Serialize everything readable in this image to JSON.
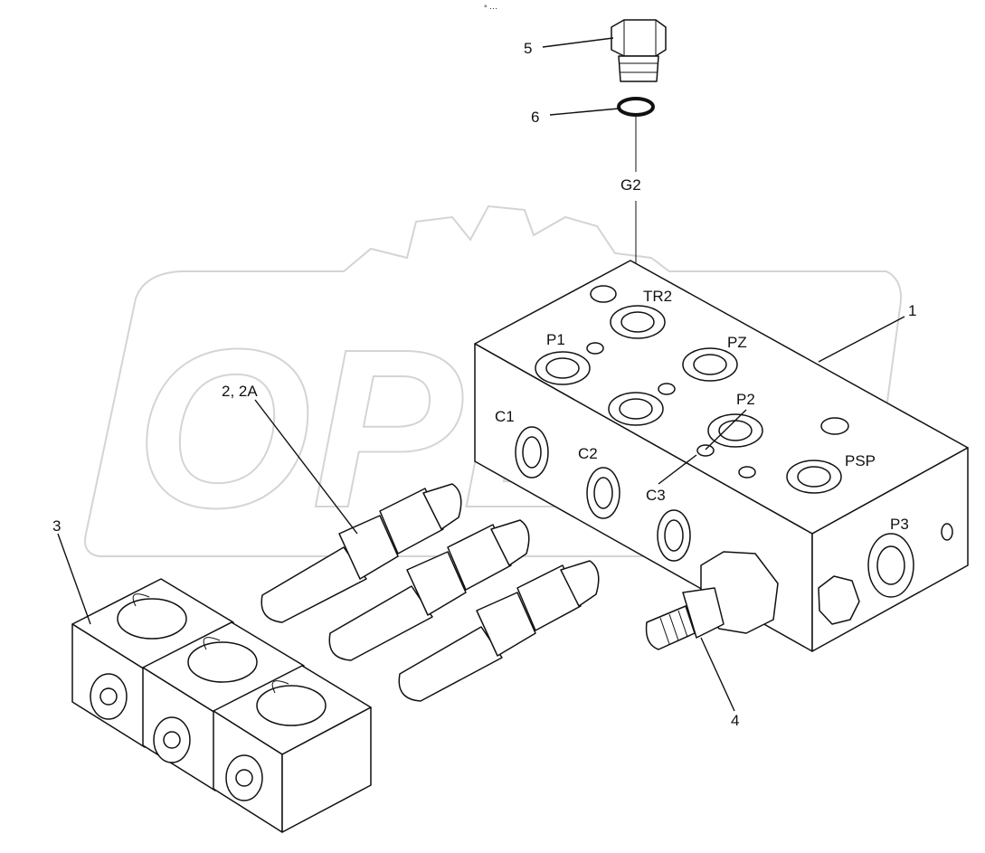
{
  "header": {
    "mark": "° ···"
  },
  "watermark": {
    "text": "OPEX"
  },
  "callouts": {
    "item_1": "1",
    "item_2": "2, 2A",
    "item_3": "3",
    "item_4": "4",
    "item_5": "5",
    "item_6": "6"
  },
  "ports": {
    "g2": "G2",
    "tr2": "TR2",
    "p1": "P1",
    "pz": "PZ",
    "p2": "P2",
    "c1": "C1",
    "c2": "C2",
    "c3": "C3",
    "psp": "PSP",
    "p3": "P3"
  },
  "colors": {
    "line": "#111111",
    "watermark": "#d4d4d4",
    "background": "#ffffff"
  }
}
